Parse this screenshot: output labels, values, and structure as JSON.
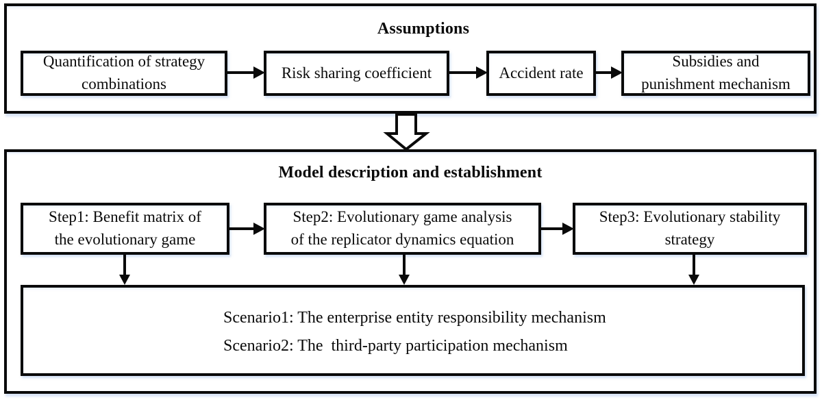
{
  "assumptions": {
    "title": "Assumptions",
    "boxes": [
      {
        "lines": [
          "Quantification of strategy",
          "combinations"
        ]
      },
      {
        "lines": [
          "Risk sharing coefficient"
        ]
      },
      {
        "lines": [
          "Accident rate"
        ]
      },
      {
        "lines": [
          "Subsidies and",
          "punishment mechanism"
        ]
      }
    ]
  },
  "model": {
    "title": "Model description and establishment",
    "steps": [
      {
        "lines": [
          "Step1: Benefit matrix of",
          "the evolutionary game"
        ]
      },
      {
        "lines": [
          "Step2: Evolutionary game analysis",
          "of the replicator dynamics equation"
        ]
      },
      {
        "lines": [
          "Step3: Evolutionary stability",
          "strategy"
        ]
      }
    ],
    "scenarios": [
      "Scenario1: The enterprise entity responsibility mechanism",
      "Scenario2: The  third-party participation mechanism"
    ]
  },
  "colors": {
    "ink": "#0a0a0a",
    "background": "#ffffff",
    "shadow_tint": "#b8c9e8"
  }
}
